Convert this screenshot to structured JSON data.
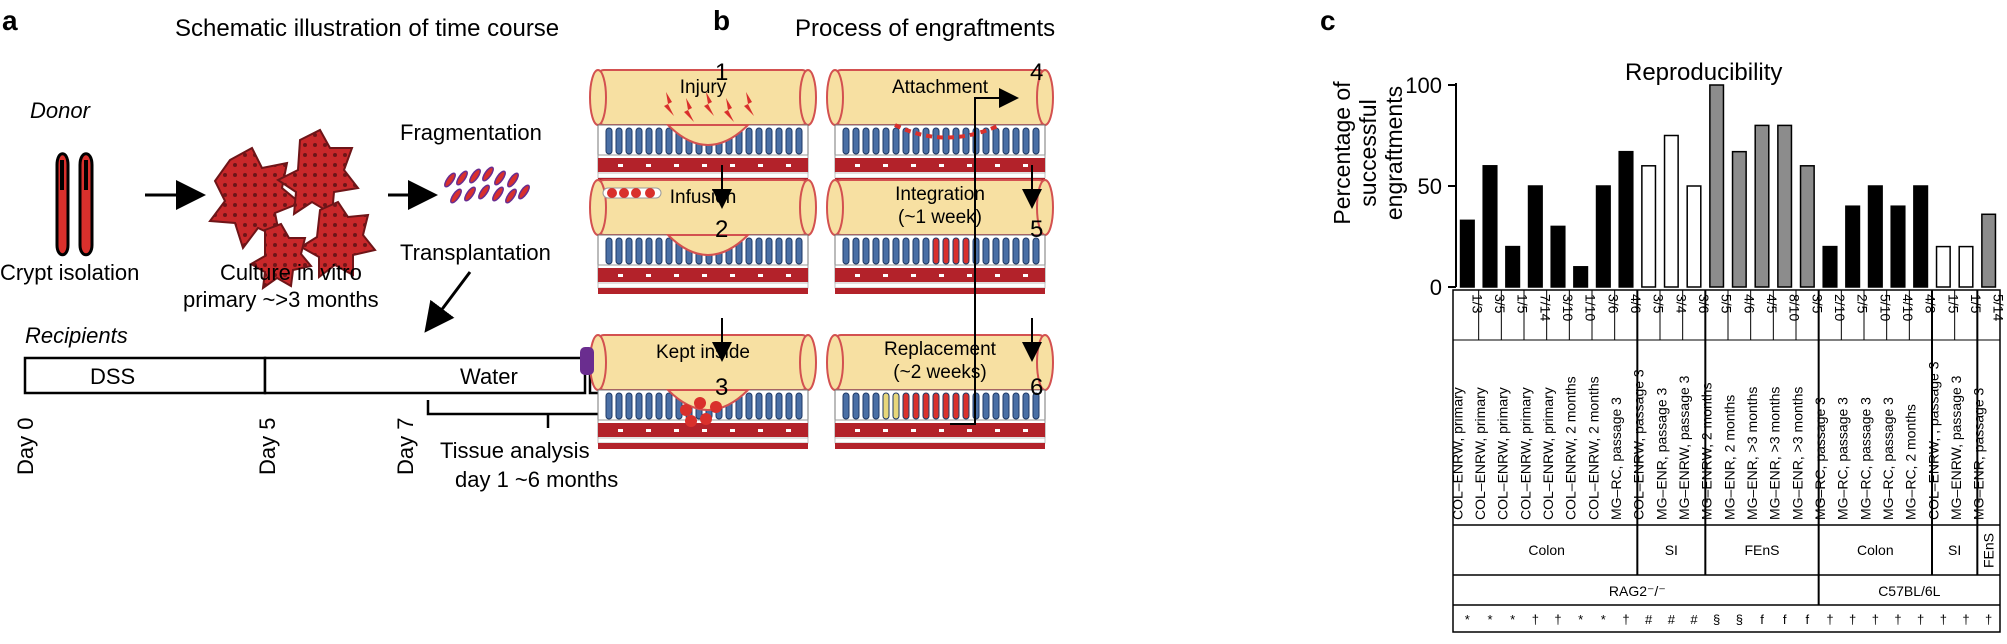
{
  "panels": {
    "a": {
      "letter": "a",
      "title": "Schematic illustration of time course",
      "donor_label": "Donor",
      "crypt_label": "Crypt isolation",
      "culture_line1": "Culture in vitro",
      "culture_line2": "primary ~>3 months",
      "fragmentation_label": "Fragmentation",
      "transplantation_label": "Transplantation",
      "recipients_label": "Recipients",
      "dss_label": "DSS",
      "water_label": "Water",
      "days": [
        "Day 0",
        "Day 5",
        "Day 7"
      ],
      "analysis_line1": "Tissue analysis",
      "analysis_line2": "day 1 ~6 months"
    },
    "b": {
      "letter": "b",
      "title": "Process of engraftments",
      "steps": [
        {
          "num": "1",
          "label": "Injury",
          "label2": ""
        },
        {
          "num": "2",
          "label": "Infusion",
          "label2": ""
        },
        {
          "num": "3",
          "label": "Kept inside",
          "label2": ""
        },
        {
          "num": "4",
          "label": "Attachment",
          "label2": ""
        },
        {
          "num": "5",
          "label": "Integration",
          "label2": "(~1 week)"
        },
        {
          "num": "6",
          "label": "Replacement",
          "label2": "(~2 weeks)"
        }
      ]
    },
    "c": {
      "letter": "c",
      "title": "Reproducibility",
      "ylabel_lines": [
        "Percentage of",
        "successful",
        "engraftments"
      ]
    }
  },
  "colors": {
    "red": "#d9302c",
    "dark_red": "#a3232a",
    "tube_fill": "#f7e0a2",
    "tube_edge": "#d35150",
    "villi_blue": "#4a6fa5",
    "purple": "#6a2d8f",
    "bar_black": "#000000",
    "bar_white": "#ffffff",
    "bar_gray": "#8c8c8c"
  },
  "chart_data": {
    "type": "bar",
    "title": "Reproducibility",
    "ylabel": "Percentage of successful engraftments",
    "ylim": [
      0,
      100
    ],
    "yticks": [
      0,
      50,
      100
    ],
    "categories": [
      {
        "ratio": "1/3",
        "condition": "COL–ENRW, primary",
        "fill": "black",
        "value": 33,
        "symbol": "*"
      },
      {
        "ratio": "3/5",
        "condition": "COL–ENRW, primary",
        "fill": "black",
        "value": 60,
        "symbol": "*"
      },
      {
        "ratio": "1/5",
        "condition": "COL–ENRW, primary",
        "fill": "black",
        "value": 20,
        "symbol": "*"
      },
      {
        "ratio": "7/14",
        "condition": "COL–ENRW, primary",
        "fill": "black",
        "value": 50,
        "symbol": "†"
      },
      {
        "ratio": "3/10",
        "condition": "COL–ENRW, primary",
        "fill": "black",
        "value": 30,
        "symbol": "†"
      },
      {
        "ratio": "1/10",
        "condition": "COL–ENRW, 2 months",
        "fill": "black",
        "value": 10,
        "symbol": "*"
      },
      {
        "ratio": "3/6",
        "condition": "COL–ENRW, 2 months",
        "fill": "black",
        "value": 50,
        "symbol": "*"
      },
      {
        "ratio": "4/6",
        "condition": "MG–RC, passage 3",
        "fill": "black",
        "value": 67,
        "symbol": "†"
      },
      {
        "ratio": "3/5",
        "condition": "COL–ENRW, passage 3",
        "fill": "white",
        "value": 60,
        "symbol": "#"
      },
      {
        "ratio": "3/4",
        "condition": "MG–ENR, passage 3",
        "fill": "white",
        "value": 75,
        "symbol": "#"
      },
      {
        "ratio": "3/6",
        "condition": "MG–ENRW, passage 3",
        "fill": "white",
        "value": 50,
        "symbol": "#"
      },
      {
        "ratio": "5/5",
        "condition": "MG–ENRW, 2 months",
        "fill": "gray",
        "value": 100,
        "symbol": "§"
      },
      {
        "ratio": "4/6",
        "condition": "MG–ENR, 2 months",
        "fill": "gray",
        "value": 67,
        "symbol": "§"
      },
      {
        "ratio": "4/5",
        "condition": "MG–ENR, >3 months",
        "fill": "gray",
        "value": 80,
        "symbol": "f"
      },
      {
        "ratio": "8/10",
        "condition": "MG–ENR, >3 months",
        "fill": "gray",
        "value": 80,
        "symbol": "f"
      },
      {
        "ratio": "3/5",
        "condition": "MG–ENR, >3 months",
        "fill": "gray",
        "value": 60,
        "symbol": "f"
      },
      {
        "ratio": "2/10",
        "condition": "MG–RC, passage 3",
        "fill": "black",
        "value": 20,
        "symbol": "†"
      },
      {
        "ratio": "2/5",
        "condition": "MG–RC, passage 3",
        "fill": "black",
        "value": 40,
        "symbol": "†"
      },
      {
        "ratio": "5/10",
        "condition": "MG–RC, passage 3",
        "fill": "black",
        "value": 50,
        "symbol": "†"
      },
      {
        "ratio": "4/10",
        "condition": "MG–RC, passage 3",
        "fill": "black",
        "value": 40,
        "symbol": "†"
      },
      {
        "ratio": "4/8",
        "condition": "MG–RC, 2 months",
        "fill": "black",
        "value": 50,
        "symbol": "†"
      },
      {
        "ratio": "1/5",
        "condition": "COL–ENRW, , passage 3",
        "fill": "white",
        "value": 20,
        "symbol": "†"
      },
      {
        "ratio": "1/5",
        "condition": "MG–ENRW, passage 3",
        "fill": "white",
        "value": 20,
        "symbol": "†"
      },
      {
        "ratio": "5/14",
        "condition": "MG–ENR, passage 3",
        "fill": "gray",
        "value": 36,
        "symbol": "†"
      }
    ],
    "tissue_groups": [
      {
        "label": "Colon",
        "start": 0,
        "end": 7
      },
      {
        "label": "SI",
        "start": 8,
        "end": 10
      },
      {
        "label": "FEnS",
        "start": 11,
        "end": 15
      },
      {
        "label": "Colon",
        "start": 16,
        "end": 20
      },
      {
        "label": "SI",
        "start": 21,
        "end": 22
      },
      {
        "label": "FEnS",
        "start": 23,
        "end": 23
      }
    ],
    "strain_groups": [
      {
        "label": "RAG2⁻/⁻",
        "start": 0,
        "end": 15
      },
      {
        "label": "C57BL/6L",
        "start": 16,
        "end": 23
      }
    ]
  }
}
